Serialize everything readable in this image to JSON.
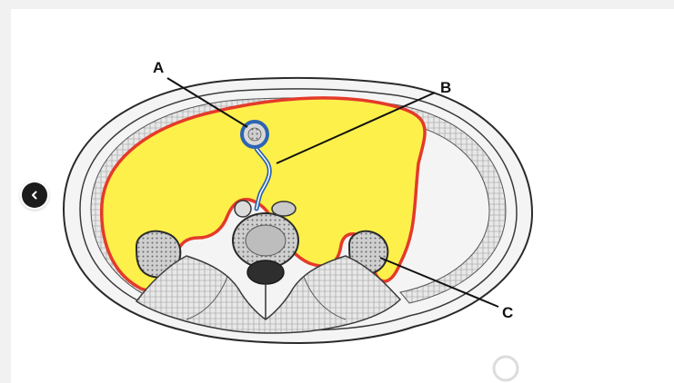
{
  "labels": {
    "a": "A",
    "b": "B",
    "c": "C"
  },
  "navigation": {
    "prev_icon": "chevron-left-icon"
  },
  "colors": {
    "peritoneal_cavity": "#fdf04a",
    "peritoneum_outline": "#e43a2a",
    "ligament_outline": "#2d64b4",
    "background": "#f1f1f1"
  }
}
